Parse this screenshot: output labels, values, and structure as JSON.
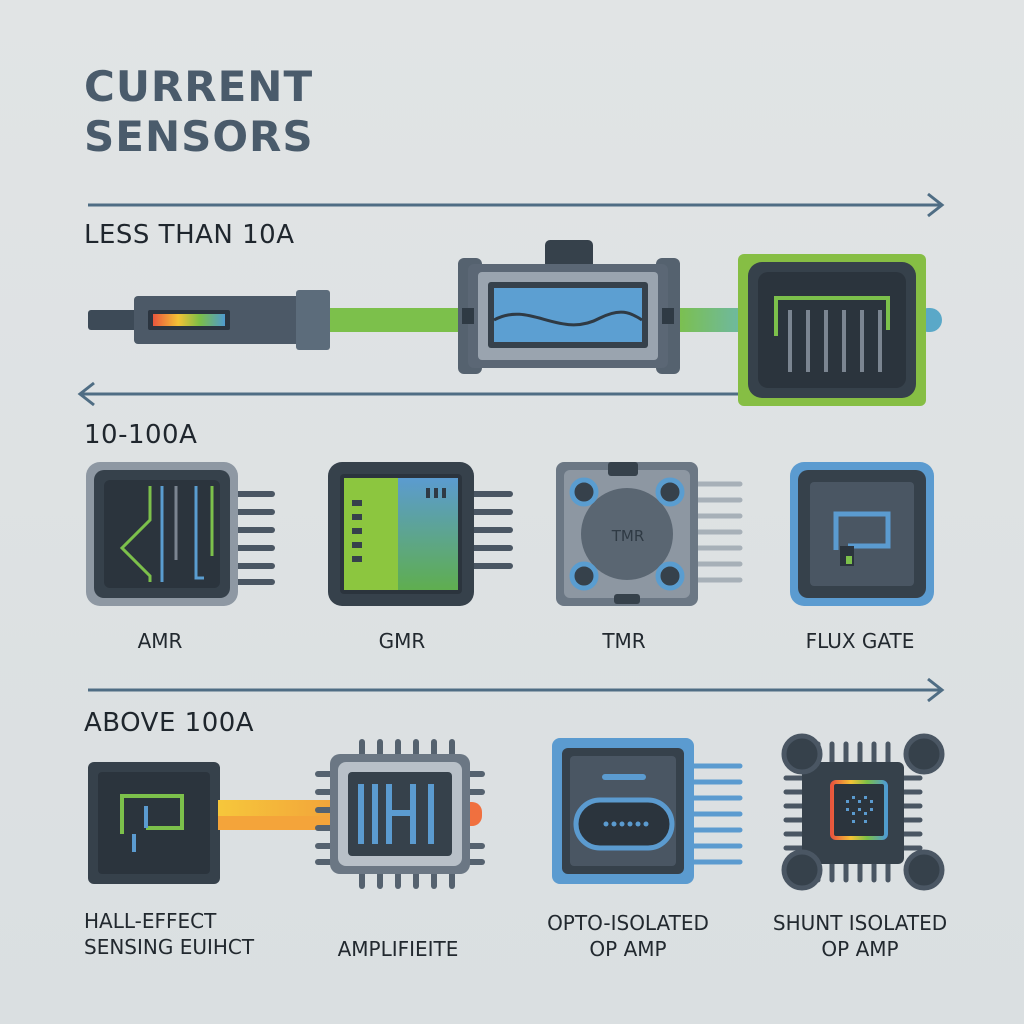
{
  "title": {
    "line1": "CURRENT",
    "line2": "SENSORS"
  },
  "sections": [
    "LESS THAN 10A",
    "10-100A",
    "ABOVE 100A"
  ],
  "row2": {
    "labels": [
      "AMR",
      "GMR",
      "TMR",
      "FLUX GATE"
    ],
    "tmr_chip_text": "TMR"
  },
  "row3": {
    "labels": [
      {
        "line1": "HALL-EFFECT",
        "line2": "SENSING EUIHCT"
      },
      {
        "line1": "AMPLIFIEITE"
      },
      {
        "line1": "OPTO-ISOLATED",
        "line2": "OP AMP"
      },
      {
        "line1": "SHUNT ISOLATED",
        "line2": "OP AMP"
      }
    ]
  },
  "colors": {
    "background": "#dde1e3",
    "title": "#4a5b6b",
    "arrow": "#4f6d84",
    "accent_green": "#7cc04b",
    "accent_blue": "#5b9bd0",
    "chip_dark": "#36414b",
    "accent_orange": "#f4a43a"
  },
  "icons": [
    "arrow-right-icon",
    "arrow-left-icon",
    "probe-sensor-icon",
    "waveform-module-icon",
    "barcode-chip-icon",
    "amr-chip-icon",
    "gmr-chip-icon",
    "tmr-chip-icon",
    "flux-gate-chip-icon",
    "hall-effect-chip-icon",
    "amplifier-chip-icon",
    "opto-isolated-chip-icon",
    "shunt-isolated-chip-icon"
  ]
}
